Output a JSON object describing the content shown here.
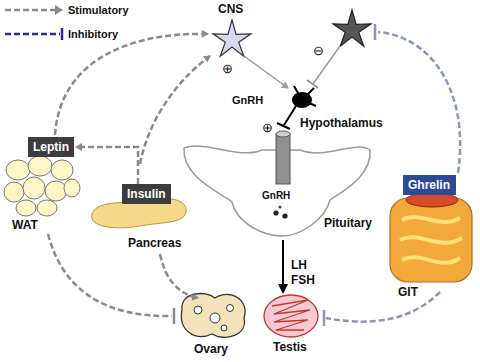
{
  "diagram": {
    "nodes": [
      {
        "text": [
          "Leptin"
        ]
      },
      {
        "text": [
          "Insulin"
        ]
      },
      {
        "text": [
          "Ghrelin"
        ]
      }
    ],
    "edges": [
      {
        "from": 1,
        "to": 0,
        "arrow": "to"
      }
    ],
    "labels": [
      "CNS",
      "⊕",
      "⊖",
      "GnRH",
      "Hypothalamus",
      "⊕",
      "GnRH",
      "Pituitary",
      "LH",
      "FSH",
      "WAT",
      "Pancreas",
      "Ovary",
      "Testis",
      "GIT"
    ],
    "legend": [
      {
        "text": "Stimulatory"
      },
      {
        "text": "Inhibitory"
      }
    ]
  }
}
